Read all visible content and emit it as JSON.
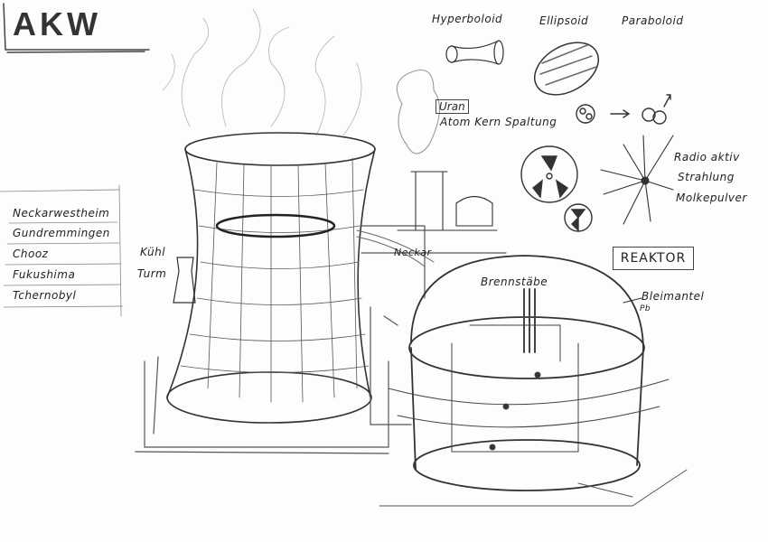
{
  "title": "AKW",
  "shapes": {
    "hyperboloid": "Hyperboloid",
    "ellipsoid": "Ellipsoid",
    "paraboloid": "Paraboloid"
  },
  "fission": {
    "uran": "Uran",
    "caption": "Atom Kern Spaltung"
  },
  "radiation": {
    "line1": "Radio aktiv",
    "line2": "Strahlung",
    "line3": "Molkepulver"
  },
  "reactor": {
    "label": "REAKTOR",
    "lead_mantle": "Bleimantel",
    "fuel_rods": "Brennstäbe",
    "pb": "Pb"
  },
  "river": "Neckar",
  "cooling_tower": {
    "line1": "Kühl",
    "line2": "Turm"
  },
  "plants": [
    "Neckarwestheim",
    "Gundremmingen",
    "Chooz",
    "Fukushima",
    "Tchernobyl"
  ]
}
